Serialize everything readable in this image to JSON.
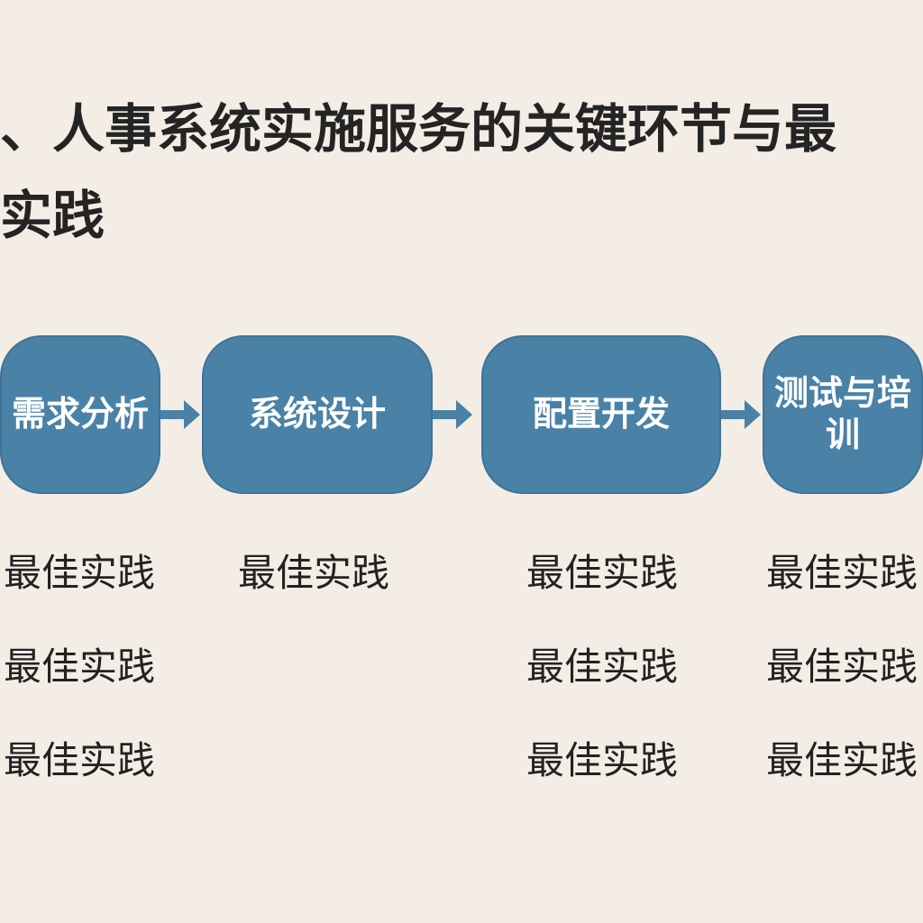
{
  "title": {
    "line1": "、人事系统实施服务的关键环节与最",
    "line2": "实践"
  },
  "colors": {
    "box": "#4a81a7",
    "background": "#f3ede5",
    "text": "#222222"
  },
  "steps": [
    {
      "label": "需求分析",
      "practices": [
        "最佳实践",
        "最佳实践",
        "最佳实践"
      ]
    },
    {
      "label": "系统设计",
      "practices": [
        "最佳实践"
      ]
    },
    {
      "label": "配置开发",
      "practices": [
        "最佳实践",
        "最佳实践",
        "最佳实践"
      ]
    },
    {
      "label": "测试与培训",
      "practices": [
        "最佳实践",
        "最佳实践",
        "最佳实践"
      ]
    }
  ]
}
